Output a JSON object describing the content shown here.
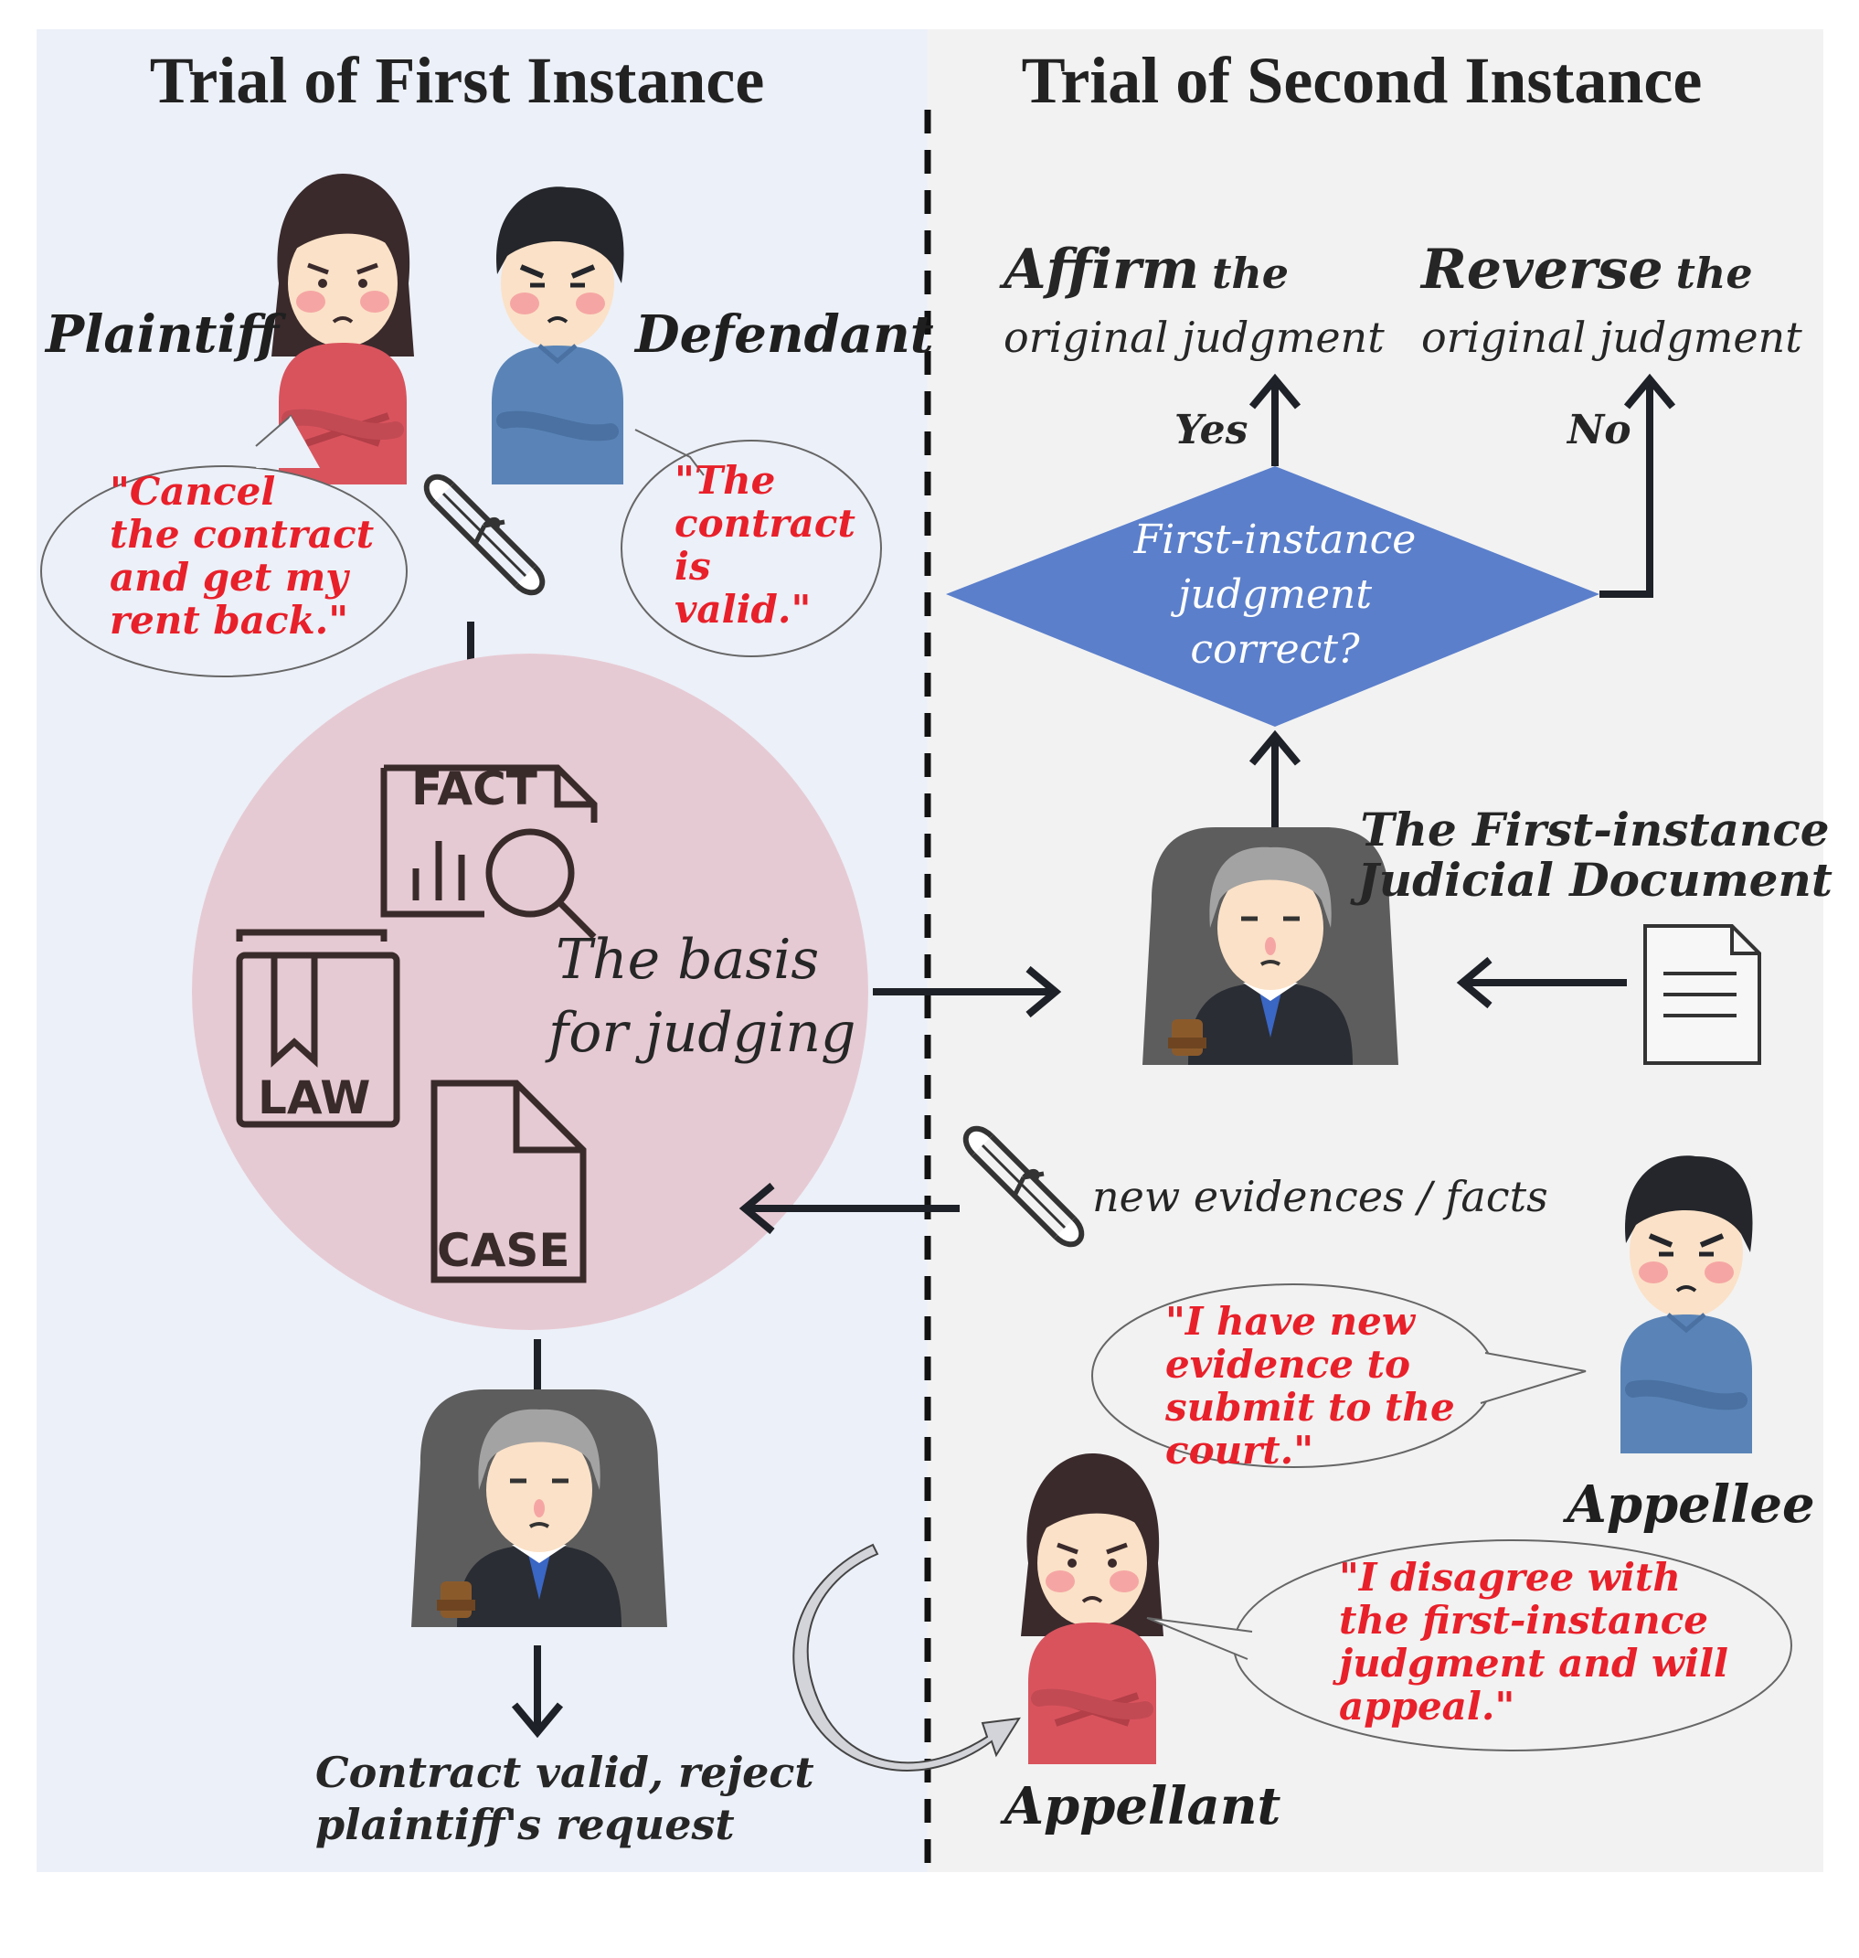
{
  "panels": {
    "first": {
      "title": "Trial of First Instance"
    },
    "second": {
      "title": "Trial of Second Instance"
    }
  },
  "first_instance": {
    "plaintiff_label": "Plaintiff",
    "defendant_label": "Defendant",
    "plaintiff_quote": [
      "\"Cancel",
      "the contract",
      "and get my",
      "rent back.\""
    ],
    "defendant_quote": [
      "\"The",
      "contract",
      "is",
      "valid.\""
    ],
    "evidence_label": "evidence",
    "basis": {
      "line1": "The basis",
      "line2": "for judging",
      "fact": "FACT",
      "law": "LAW",
      "case": "CASE"
    },
    "result": [
      "Contract valid, reject",
      "plaintiff's request"
    ]
  },
  "second_instance": {
    "affirm": {
      "word": "Affirm",
      "rest": "the",
      "line2": "original judgment"
    },
    "reverse": {
      "word": "Reverse",
      "rest": "the",
      "line2": "original judgment"
    },
    "yes": "Yes",
    "no": "No",
    "decision": [
      "First-instance",
      "judgment",
      "correct?"
    ],
    "document_label": [
      "The First-instance",
      "Judicial Document"
    ],
    "new_evidence": "new evidences / facts",
    "appellee_label": "Appellee",
    "appellant_label": "Appellant",
    "appellee_quote": [
      "\"I have new",
      "evidence to",
      "submit to the",
      "court.\""
    ],
    "appellant_quote": [
      "\"I disagree with",
      "the first-instance",
      "judgment and will",
      "appeal.\""
    ]
  },
  "colors": {
    "left_bg": "#ecf0f8",
    "right_bg": "#f2f2f2",
    "circle": "#e6cad3",
    "diamond": "#5b7fcb",
    "quote": "#e8202a",
    "arrow": "#1e2127",
    "plaintiff_shirt": "#d9535d",
    "defendant_shirt": "#5a84b7"
  },
  "icons": [
    "plaintiff-person",
    "defendant-person",
    "judge-person",
    "scroll-icon",
    "fact-document-icon",
    "law-book-icon",
    "case-file-icon",
    "document-icon",
    "curved-arrow-icon"
  ]
}
